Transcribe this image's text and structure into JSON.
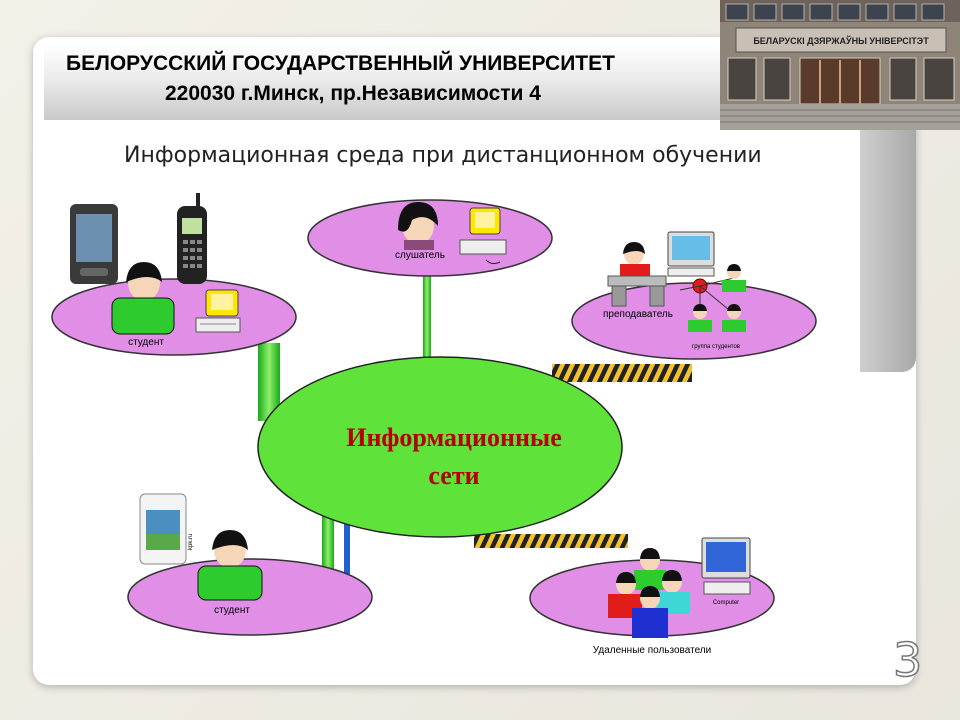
{
  "header": {
    "university": "БЕЛОРУССКИЙ ГОСУДАРСТВЕННЫЙ УНИВЕРСИТЕТ",
    "address": "220030 г.Минск, пр.Независимости 4",
    "photo_sign": "БЕЛАРУСКІ ДЗЯРЖАЎНЫ УНІВЕРСІТЭТ"
  },
  "subtitle": "Информационная среда при дистанционном обучении",
  "center": {
    "line1": "Информационные",
    "line2": "сети"
  },
  "nodes": {
    "student_top": "студент",
    "listener": "слушатель",
    "teacher": "преподаватель",
    "group": "группа студентов",
    "student_bottom": "студент",
    "remote": "Удаленные пользователи",
    "computer": "Computer",
    "pda_text": "kpk.ru"
  },
  "slide_number": "3",
  "colors": {
    "ellipse": "#e08ee6",
    "center": "#5fe23a",
    "person_green": "#2ecb2e",
    "title_red": "#b80000"
  }
}
